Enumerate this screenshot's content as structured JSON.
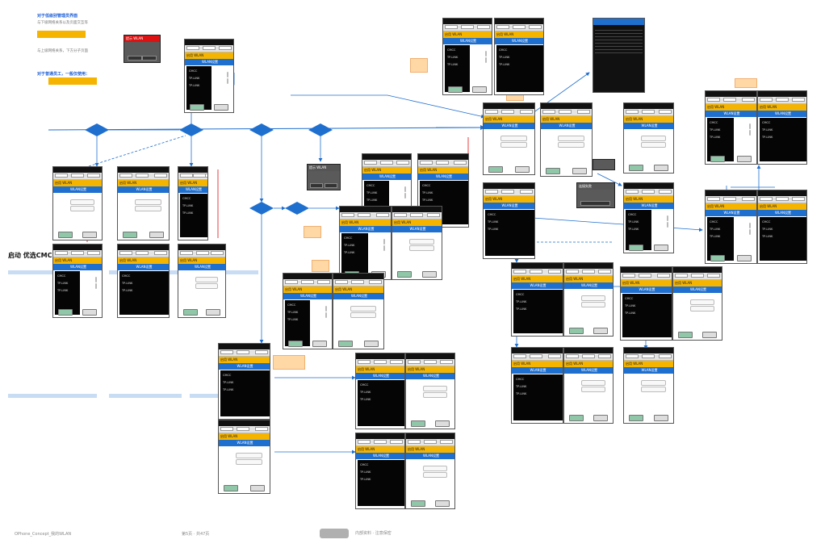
{
  "notes": {
    "top_heading": "对于低级别管理员界面",
    "top_sub": "与下级网络关系以及页面交互等",
    "mid_sub": "与上级网络关系，下方分子页面",
    "bottom_heading": "对于普通员工，一般仅使用：",
    "side_label": "启动 优选CMC"
  },
  "phone": {
    "title": "WLAN设置",
    "enable_wlan": "启用 WLAN",
    "connect": "连接",
    "cancel": "取消",
    "ok": "确定",
    "password": "请输入密码",
    "cmcc": "CMCC",
    "tp_link": "TP-LINK"
  },
  "dialogs": {
    "wlan_notice": "提示 WLAN",
    "connect_fail": "连接失败"
  },
  "footer": {
    "left": "OPhone_Concept_我的WLAN",
    "mid": "第5页 · 共47页",
    "right": "内部资料 · 注意保密"
  },
  "colors": {
    "accent_blue": "#1f6fcf",
    "orange": "#f5b400",
    "red": "#e01010"
  }
}
